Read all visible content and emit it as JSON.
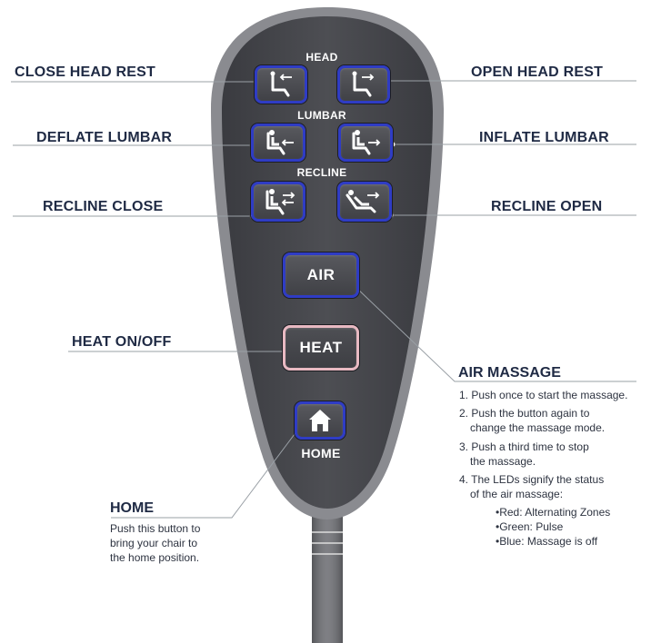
{
  "remote": {
    "section_head": "HEAD",
    "section_lumbar": "LUMBAR",
    "section_recline": "RECLINE",
    "air_button": "AIR",
    "heat_button": "HEAT",
    "home_button_label": "HOME"
  },
  "callouts": {
    "close_head_rest": "CLOSE HEAD REST",
    "open_head_rest": "OPEN HEAD REST",
    "deflate_lumbar": "DEFLATE LUMBAR",
    "inflate_lumbar": "INFLATE LUMBAR",
    "recline_close": "RECLINE CLOSE",
    "recline_open": "RECLINE OPEN",
    "heat_on_off": "HEAT ON/OFF"
  },
  "air_massage": {
    "title": "AIR MASSAGE",
    "steps": [
      [
        "1. Push once to start the massage."
      ],
      [
        "2. Push the button again to",
        "change the massage mode."
      ],
      [
        "3. Push a third time to stop",
        "the massage."
      ],
      [
        "4. The LEDs signify the status",
        "of the air massage:"
      ]
    ],
    "led_states": [
      "•Red: Alternating Zones",
      "•Green: Pulse",
      "•Blue: Massage is off"
    ]
  },
  "home": {
    "title": "HOME",
    "description": [
      "Push this button to",
      "bring your chair to",
      "the home position."
    ]
  },
  "colors": {
    "button_border": "#2f3cc4",
    "heat_border": "#e8b9c2",
    "remote_body": "#4a4b50",
    "remote_rim": "#8a8b90",
    "callout_text": "#1f2a44"
  },
  "icons": [
    "seat-head-icon",
    "seat-lumbar-icon",
    "seat-recline-icon",
    "house-icon"
  ]
}
